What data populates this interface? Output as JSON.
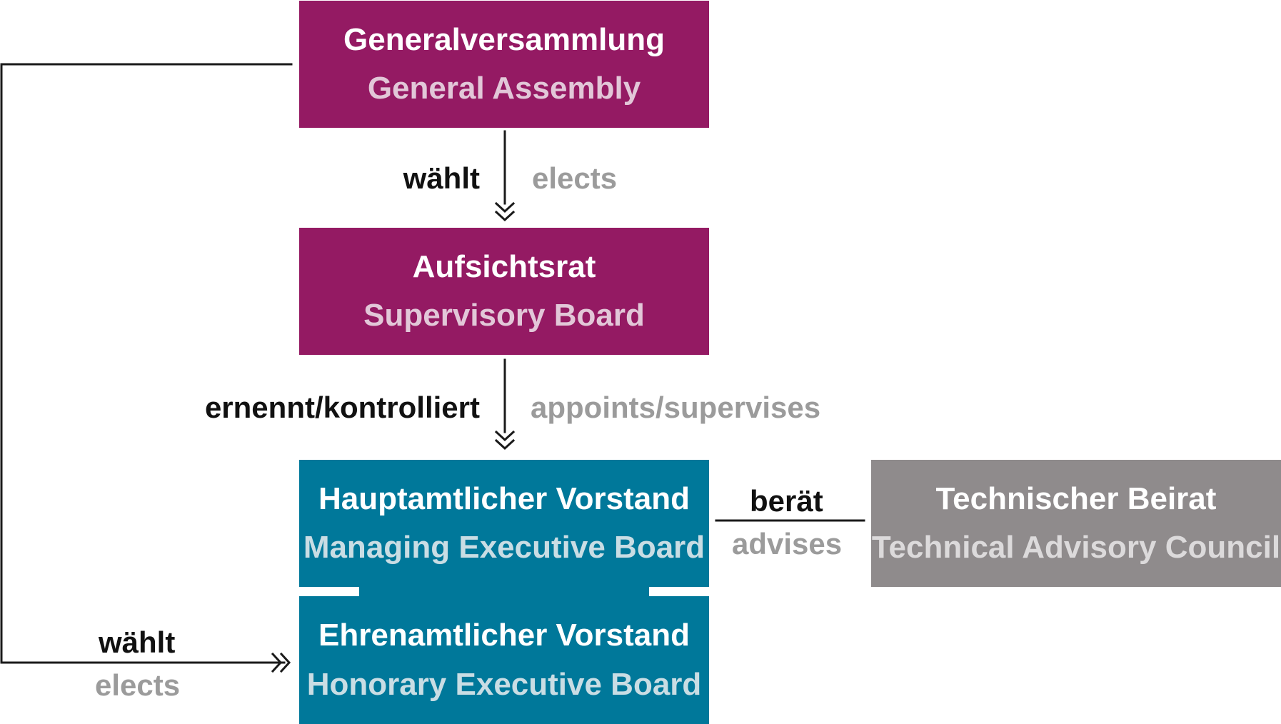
{
  "boxes": {
    "general_assembly": {
      "de": "Generalversammlung",
      "en": "General Assembly"
    },
    "supervisory_board": {
      "de": "Aufsichtsrat",
      "en": "Supervisory Board"
    },
    "managing_board": {
      "de": "Hauptamtlicher Vorstand",
      "en": "Managing Executive Board"
    },
    "honorary_board": {
      "de": "Ehrenamtlicher Vorstand",
      "en": "Honorary Executive Board"
    },
    "technical_council": {
      "de": "Technischer Beirat",
      "en": "Technical Advisory Council"
    }
  },
  "edges": {
    "elects_top": {
      "de": "wählt",
      "en": "elects"
    },
    "appoints": {
      "de": "ernennt/kontrolliert",
      "en": "appoints/supervises"
    },
    "advises": {
      "de": "berät",
      "en": "advises"
    },
    "elects_left": {
      "de": "wählt",
      "en": "elects"
    }
  },
  "colors": {
    "purple": "#941a63",
    "teal": "#00789a",
    "grey": "#8f8b8c",
    "line": "#1a1a1a"
  }
}
